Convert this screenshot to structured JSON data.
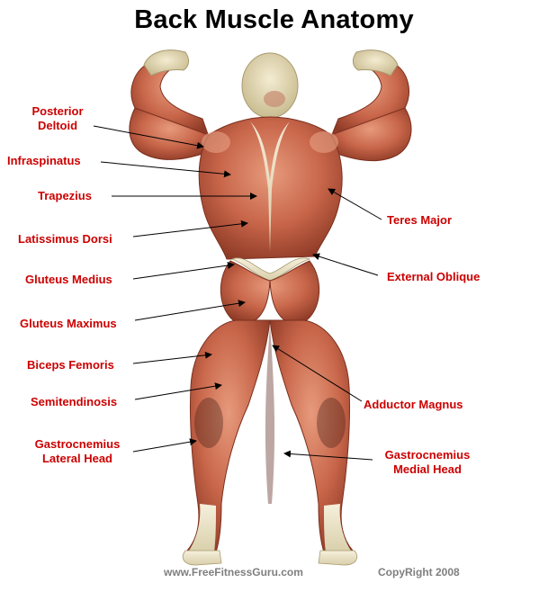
{
  "title": "Back Muscle Anatomy",
  "labels": {
    "posterior_deltoid": [
      "Posterior",
      "Deltoid"
    ],
    "infraspinatus": "Infraspinatus",
    "trapezius": "Trapezius",
    "latissimus_dorsi": "Latissimus Dorsi",
    "gluteus_medius": "Gluteus Medius",
    "gluteus_maximus": "Gluteus Maximus",
    "biceps_femoris": "Biceps Femoris",
    "semitendinosis": "Semitendinosis",
    "gastrocnemius_lateral": [
      "Gastrocnemius",
      "Lateral Head"
    ],
    "teres_major": "Teres Major",
    "external_oblique": "External Oblique",
    "adductor_magnus": "Adductor Magnus",
    "gastrocnemius_medial": [
      "Gastrocnemius",
      "Medial Head"
    ]
  },
  "footer": {
    "website": "www.FreeFitnessGuru.com",
    "copyright": "CopyRight 2008"
  },
  "colors": {
    "label": "#cc0000",
    "title": "#000000",
    "footer": "#7f7f7f",
    "muscle": "#c8664a",
    "muscle_dark": "#8e3a26",
    "tendon": "#ece4c8"
  }
}
